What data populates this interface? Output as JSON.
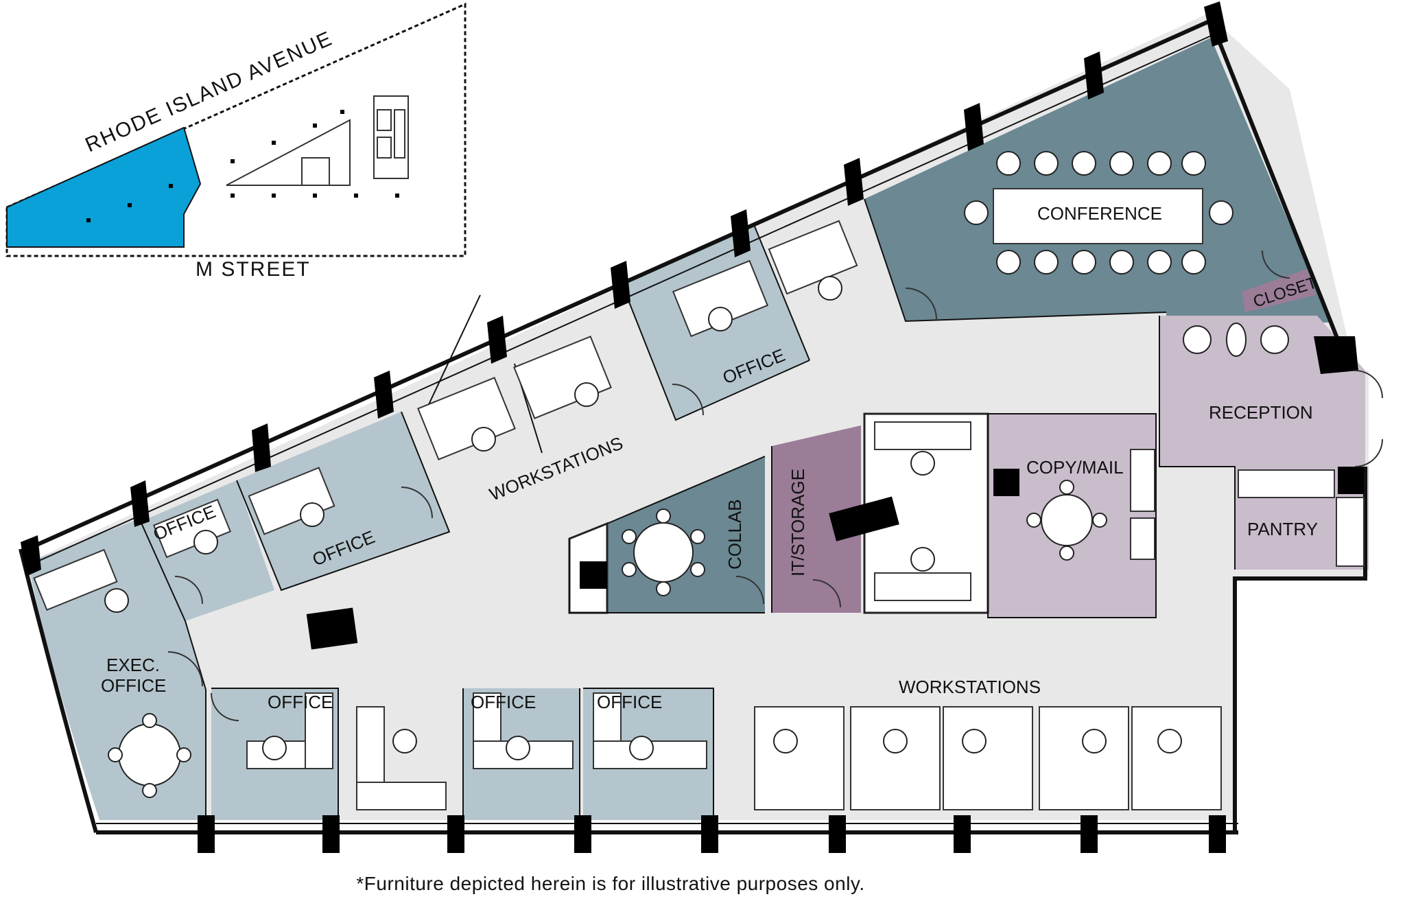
{
  "key_plan": {
    "street_top": "RHODE ISLAND AVENUE",
    "street_bottom": "M STREET",
    "highlight_color": "#0aa0d8"
  },
  "colors": {
    "office_blue_light": "#b4c5cd",
    "conference_teal": "#6b8893",
    "reception_lilac": "#c9bccb",
    "closet_purple": "#9b7d98",
    "corridor_gray": "#e8e8e8"
  },
  "rooms": {
    "conference": "CONFERENCE",
    "closet": "CLOSET",
    "reception": "RECEPTION",
    "pantry": "PANTRY",
    "copy_mail": "COPY/MAIL",
    "it_storage": "IT/STORAGE",
    "collab": "COLLAB",
    "office": "OFFICE",
    "workstations": "WORKSTATIONS",
    "exec_office_line1": "EXEC.",
    "exec_office_line2": "OFFICE"
  },
  "disclaimer": "*Furniture depicted herein is for illustrative purposes only."
}
